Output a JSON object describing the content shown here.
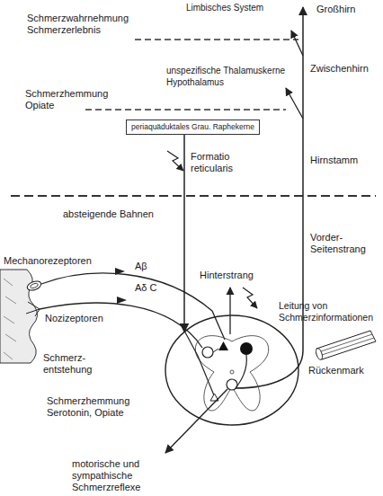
{
  "diagram": {
    "nodes": [
      {
        "text": [
          "periaquäduktales Grau. Raphekerne"
        ]
      },
      {
        "text": [
          "Rückenmark"
        ]
      }
    ],
    "edges": [
      {
        "from": 0,
        "to": 1,
        "arrow": "to",
        "label": "absteigende Bahnen"
      }
    ],
    "labels": [
      "Limbisches System",
      "Großhirn",
      "Schmerzwahrnehmung Schmerzerlebnis",
      "unspezifische Thalamuskerne Hypothalamus",
      "Zwischenhirn",
      "Schmerzhemmung Opiate",
      "Formatio reticularis",
      "Hirnstamm",
      "Vorder-Seitenstrang",
      "Mechanorezeptoren",
      "Aβ",
      "Aδ C",
      "Hinterstrang",
      "Leitung von Schmerzinformationen",
      "Nozizeptoren",
      "Schmerz-entstehung",
      "Schmerzhemmung Serotonin, Opiate",
      "motorische und sympathische Schmerzreflexe"
    ]
  }
}
